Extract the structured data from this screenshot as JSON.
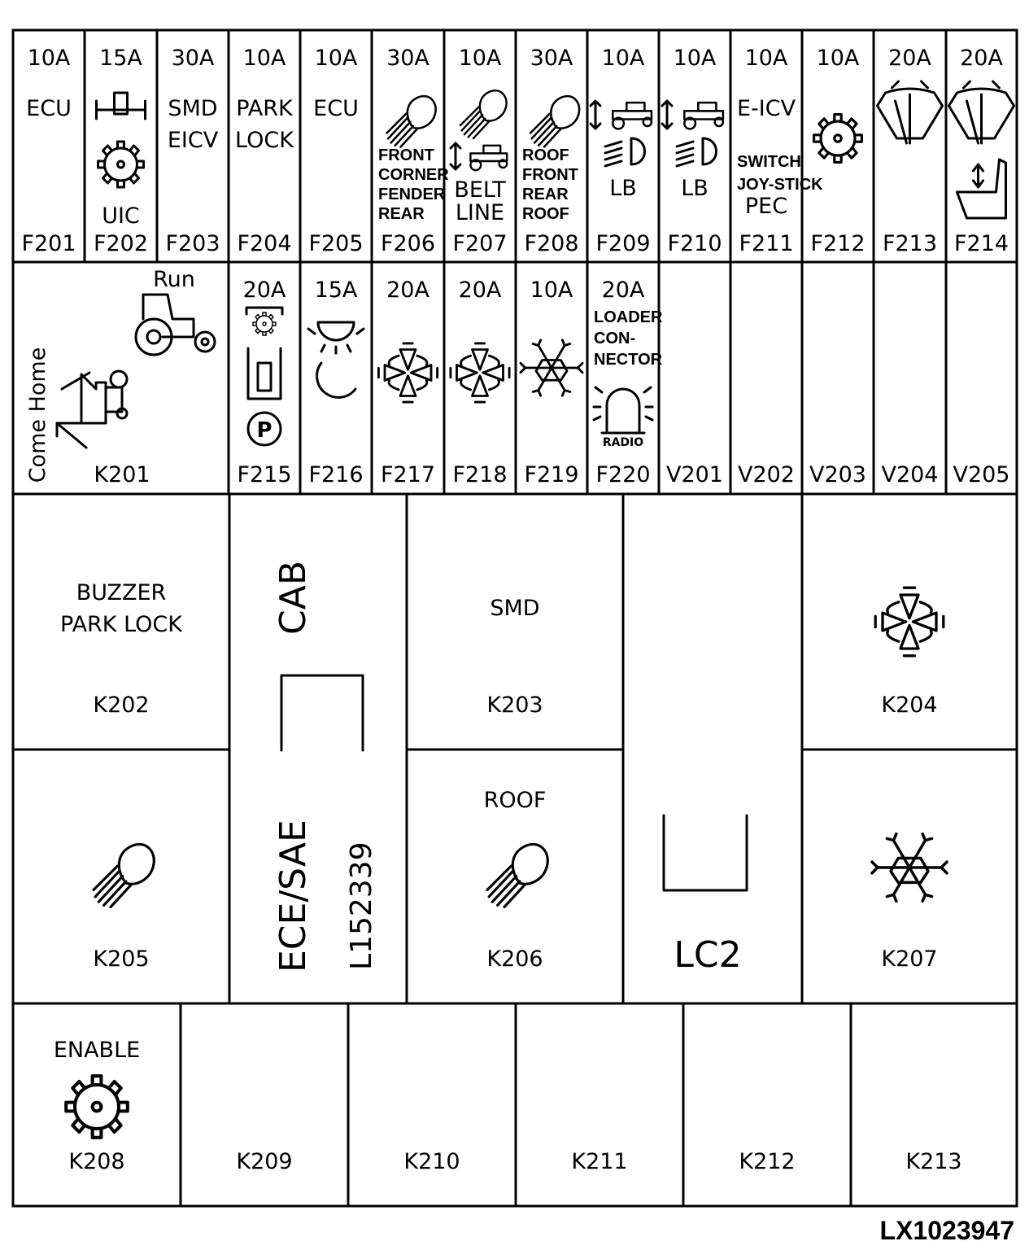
{
  "reference_code": "LX1023947",
  "fuse_row_1": [
    {
      "id": "F201",
      "rating": "10A",
      "lines": [
        "ECU"
      ],
      "icon": "none"
    },
    {
      "id": "F202",
      "rating": "15A",
      "lines": [
        "UIC"
      ],
      "icon": "tractor-top-gear-icon"
    },
    {
      "id": "F203",
      "rating": "30A",
      "lines": [
        "SMD",
        "EICV"
      ],
      "icon": "none"
    },
    {
      "id": "F204",
      "rating": "10A",
      "lines": [
        "PARK",
        "LOCK"
      ],
      "icon": "none"
    },
    {
      "id": "F205",
      "rating": "10A",
      "lines": [
        "ECU"
      ],
      "icon": "none"
    },
    {
      "id": "F206",
      "rating": "30A",
      "lines": [
        "FRONT",
        "CORNER",
        "FENDER",
        "REAR"
      ],
      "icon": "work-light-icon"
    },
    {
      "id": "F207",
      "rating": "10A",
      "lines": [
        "BELT",
        "LINE"
      ],
      "icon": "work-light-tractor-icon"
    },
    {
      "id": "F208",
      "rating": "30A",
      "lines": [
        "ROOF",
        "FRONT",
        "REAR",
        "ROOF"
      ],
      "icon": "work-light-icon"
    },
    {
      "id": "F209",
      "rating": "10A",
      "lines": [
        "LB"
      ],
      "icon": "tractor-low-beam-icon"
    },
    {
      "id": "F210",
      "rating": "10A",
      "lines": [
        "LB"
      ],
      "icon": "tractor-low-beam-icon"
    },
    {
      "id": "F211",
      "rating": "10A",
      "lines": [
        "E-ICV",
        "SWITCH",
        "JOY-STICK",
        "PEC"
      ],
      "icon": "none"
    },
    {
      "id": "F212",
      "rating": "10A",
      "lines": [],
      "icon": "gear-icon"
    },
    {
      "id": "F213",
      "rating": "20A",
      "lines": [],
      "icon": "wiper-washer-icon"
    },
    {
      "id": "F214",
      "rating": "20A",
      "lines": [],
      "icon": "wiper-seat-icon"
    }
  ],
  "k201": {
    "id": "K201",
    "run_label": "Run",
    "come_home_label": "Come Home"
  },
  "fuse_row_2": [
    {
      "id": "F215",
      "rating": "20A",
      "lines": [],
      "icon": "park-brake-icon"
    },
    {
      "id": "F216",
      "rating": "15A",
      "lines": [],
      "icon": "light-moon-icon"
    },
    {
      "id": "F217",
      "rating": "20A",
      "lines": [],
      "icon": "fan-icon"
    },
    {
      "id": "F218",
      "rating": "20A",
      "lines": [],
      "icon": "fan-icon"
    },
    {
      "id": "F219",
      "rating": "10A",
      "lines": [],
      "icon": "snowflake-icon"
    },
    {
      "id": "F220",
      "rating": "20A",
      "lines": [
        "LOADER",
        "CON-",
        "NECTOR",
        "RADIO"
      ],
      "icon": "beacon-icon"
    },
    {
      "id": "V201",
      "rating": "",
      "lines": [],
      "icon": "none"
    },
    {
      "id": "V202",
      "rating": "",
      "lines": [],
      "icon": "none"
    },
    {
      "id": "V203",
      "rating": "",
      "lines": [],
      "icon": "none"
    },
    {
      "id": "V204",
      "rating": "",
      "lines": [],
      "icon": "none"
    },
    {
      "id": "V205",
      "rating": "",
      "lines": [],
      "icon": "none"
    }
  ],
  "relays": [
    {
      "id": "K202",
      "lines": [
        "BUZZER",
        "PARK LOCK"
      ],
      "icon": "none"
    },
    {
      "id": "K203",
      "lines": [
        "SMD"
      ],
      "icon": "none"
    },
    {
      "id": "K204",
      "lines": [],
      "icon": "fan-icon"
    },
    {
      "id": "K205",
      "lines": [],
      "icon": "work-light-icon"
    },
    {
      "id": "K206",
      "lines": [
        "ROOF"
      ],
      "icon": "work-light-icon"
    },
    {
      "id": "K207",
      "lines": [],
      "icon": "snowflake-icon"
    },
    {
      "id": "K208",
      "lines": [
        "ENABLE"
      ],
      "icon": "gear-icon"
    },
    {
      "id": "K209",
      "lines": [],
      "icon": "none"
    },
    {
      "id": "K210",
      "lines": [],
      "icon": "none"
    },
    {
      "id": "K211",
      "lines": [],
      "icon": "none"
    },
    {
      "id": "K212",
      "lines": [],
      "icon": "none"
    },
    {
      "id": "K213",
      "lines": [],
      "icon": "none"
    }
  ],
  "center_panel": {
    "cab": "CAB",
    "ece_sae": "ECE/SAE",
    "part_number": "L152339"
  },
  "lc2": {
    "label": "LC2"
  }
}
